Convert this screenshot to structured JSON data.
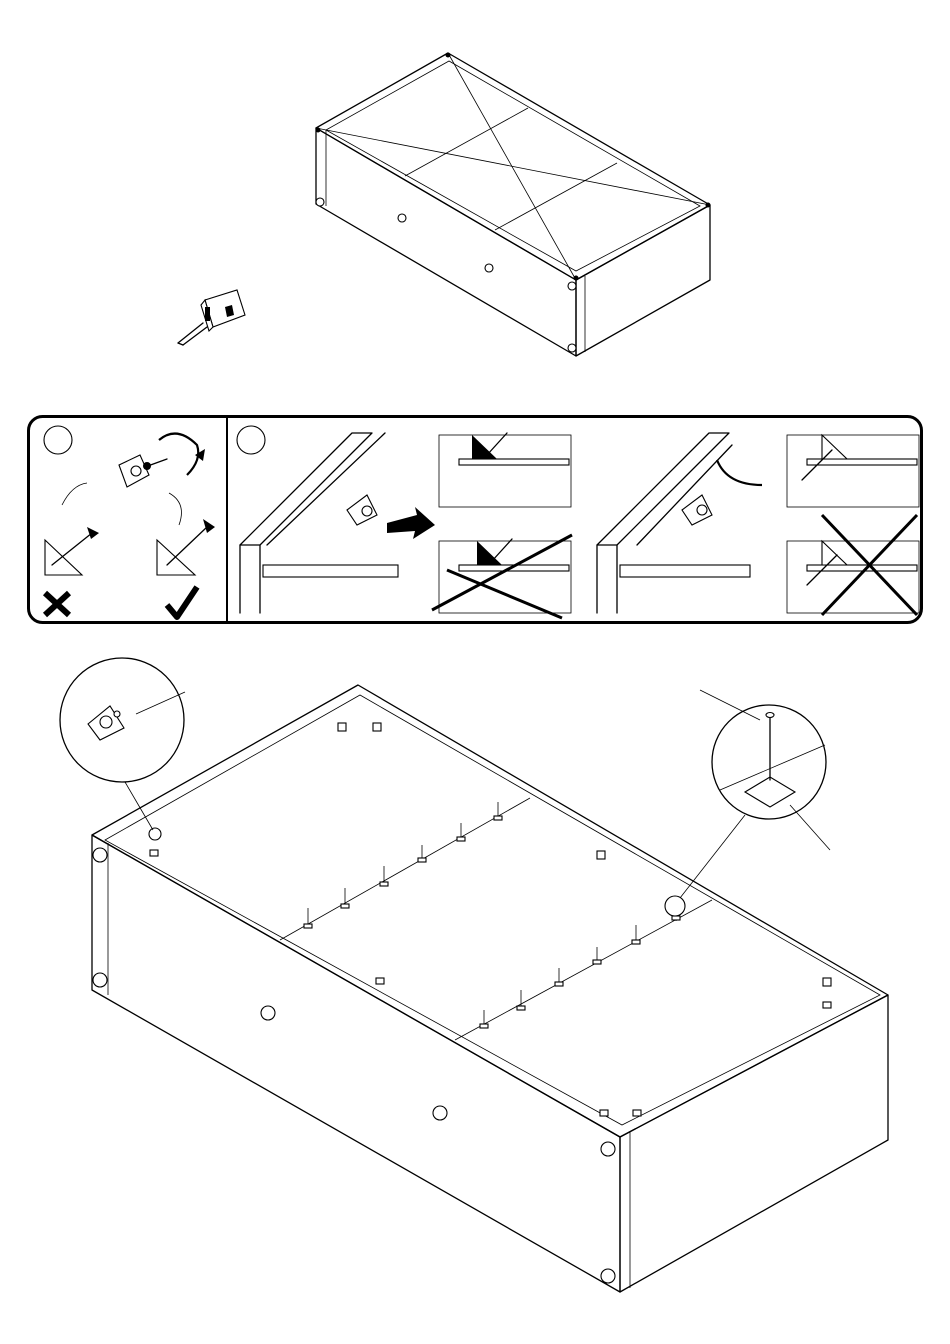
{
  "page": {
    "kind": "assembly-instruction-sheet"
  },
  "steps": [
    {
      "id": "measure-diagonals",
      "icon": "tape-measure-icon"
    },
    {
      "id": "bracket-instructions",
      "icon": "screw-bracket-icon"
    },
    {
      "id": "install-back-panel",
      "icon": "nail-icon"
    }
  ],
  "colors": {
    "ink": "#000000",
    "paper": "#ffffff"
  }
}
